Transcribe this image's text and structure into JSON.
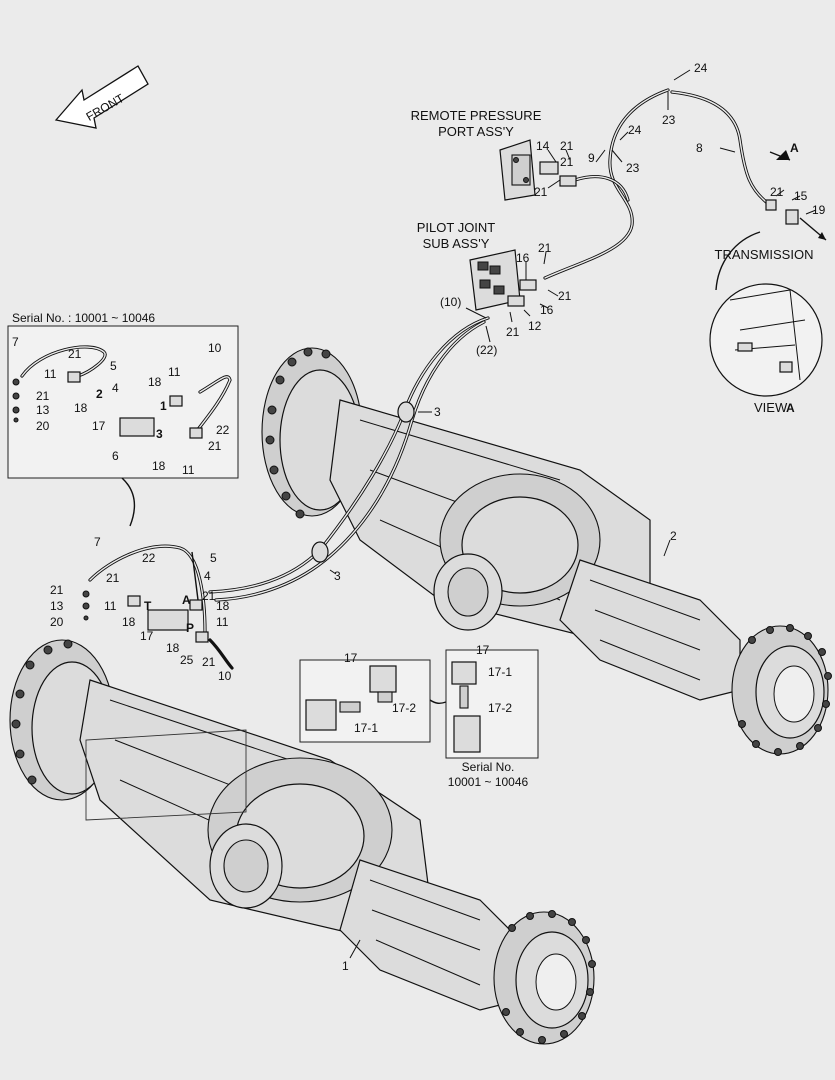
{
  "front_arrow": {
    "label": "FRONT"
  },
  "titles": {
    "remote_port_1": "REMOTE PRESSURE",
    "remote_port_2": "PORT ASS'Y",
    "pilot_joint_1": "PILOT JOINT",
    "pilot_joint_2": "SUB ASS'Y",
    "transmission": "TRANSMISSION",
    "view_a_word": "VIEW",
    "view_a_letter": "A",
    "view_arrow_letter": "A"
  },
  "serial_box_top": {
    "title": "Serial No. : 10001 ~ 10046"
  },
  "serial_box_small": {
    "line1": "Serial No.",
    "line2": "10001 ~ 10046"
  },
  "callouts": {
    "c24a": "24",
    "c23a": "23",
    "c8": "8",
    "c24b": "24",
    "c23b": "23",
    "c9": "9",
    "c14": "14",
    "c21a": "21",
    "c21b": "21",
    "c21c": "21",
    "c15": "15",
    "c19": "19",
    "c21d": "21",
    "c16a": "16",
    "c21e": "21",
    "c16b": "16",
    "c12": "12",
    "c21f": "21",
    "c10p": "(10)",
    "c22p": "(22)",
    "c3a": "3",
    "c3b": "3",
    "c2": "2",
    "c1": "1",
    "t7": "7",
    "t21a": "21",
    "t5": "5",
    "t11a": "11",
    "t4": "4",
    "t2": "2",
    "t18a": "18",
    "t11b": "11",
    "t10": "10",
    "t18b": "18",
    "t1": "1",
    "t21b": "21",
    "t13": "13",
    "t20": "20",
    "t17": "17",
    "t3": "3",
    "t22": "22",
    "t21c": "21",
    "t6": "6",
    "t18c": "18",
    "t11c": "11",
    "b7": "7",
    "b22": "22",
    "b5": "5",
    "b21a": "21",
    "b4": "4",
    "b21b": "21",
    "b13": "13",
    "b20": "20",
    "b11a": "11",
    "b18a": "18",
    "bT": "T",
    "bA": "A",
    "b21c": "21",
    "b18b": "18",
    "b11b": "11",
    "b17": "17",
    "b18c": "18",
    "bP": "P",
    "b25": "25",
    "b21d": "21",
    "b10": "10",
    "d17a": "17",
    "d17_2a": "17-2",
    "d17_1a": "17-1",
    "d17b": "17",
    "d17_1b": "17-1",
    "d17_2b": "17-2"
  }
}
